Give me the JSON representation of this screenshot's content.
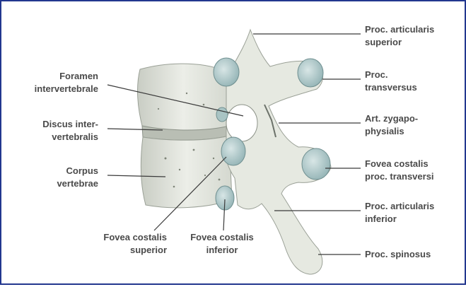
{
  "figure": {
    "frame_color": "#22378f",
    "bone_color": "#e6e9e1",
    "cartilage_color": "#a9c4c4",
    "leader_color": "#3a3a3a",
    "text_color": "#4a4a4a"
  },
  "labels": {
    "foramen_1": "Foramen",
    "foramen_2": "intervertebrale",
    "discus_1": "Discus inter-",
    "discus_2": "vertebralis",
    "corpus_1": "Corpus",
    "corpus_2": "vertebrae",
    "fovea_sup_1": "Fovea costalis",
    "fovea_sup_2": "superior",
    "fovea_inf_1": "Fovea costalis",
    "fovea_inf_2": "inferior",
    "art_sup_1": "Proc. articularis",
    "art_sup_2": "superior",
    "transv_1": "Proc.",
    "transv_2": "transversus",
    "zyg_1": "Art. zygapo-",
    "zyg_2": "physialis",
    "fovea_tr_1": "Fovea costalis",
    "fovea_tr_2": "proc. transversi",
    "art_inf_1": "Proc. articularis",
    "art_inf_2": "inferior",
    "spinosus": "Proc. spinosus"
  }
}
